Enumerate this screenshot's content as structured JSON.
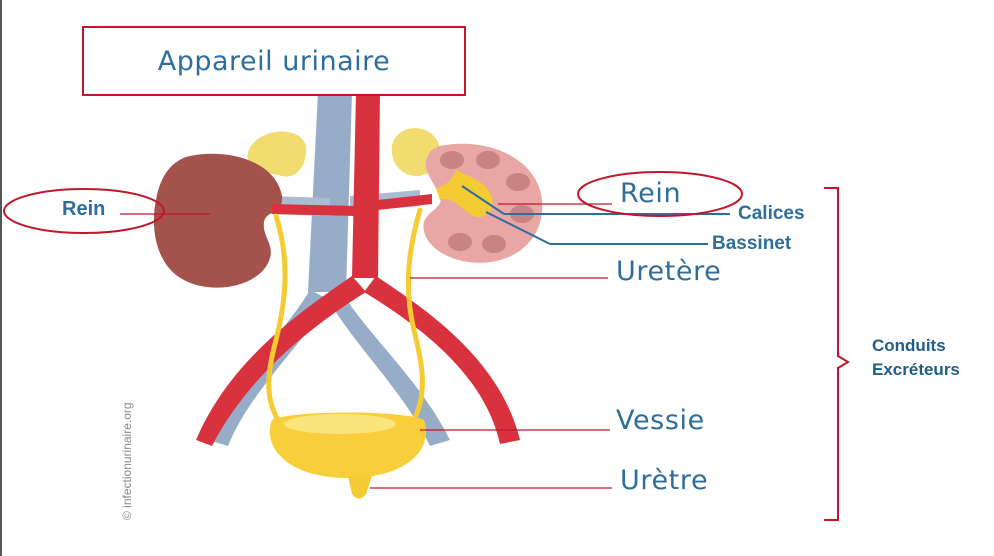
{
  "title": "Appareil urinaire",
  "labels": {
    "rein_left": "Rein",
    "rein_right": "Rein",
    "calices": "Calices",
    "bassinet": "Bassinet",
    "uretere": "Uretère",
    "vessie": "Vessie",
    "uretre": "Urètre",
    "conduits_line1": "Conduits",
    "conduits_line2": "Excréteurs"
  },
  "credit": "© infectionurinaire.org",
  "colors": {
    "accent_red": "#c0172a",
    "label_blue": "#2f6e9a",
    "artery": "#d8323f",
    "vein": "#97acc6",
    "kidney_left": "#a3524c",
    "kidney_right": "#e8a6a4",
    "adrenal": "#f3dc6f",
    "urine_yellow": "#f5cb34"
  }
}
